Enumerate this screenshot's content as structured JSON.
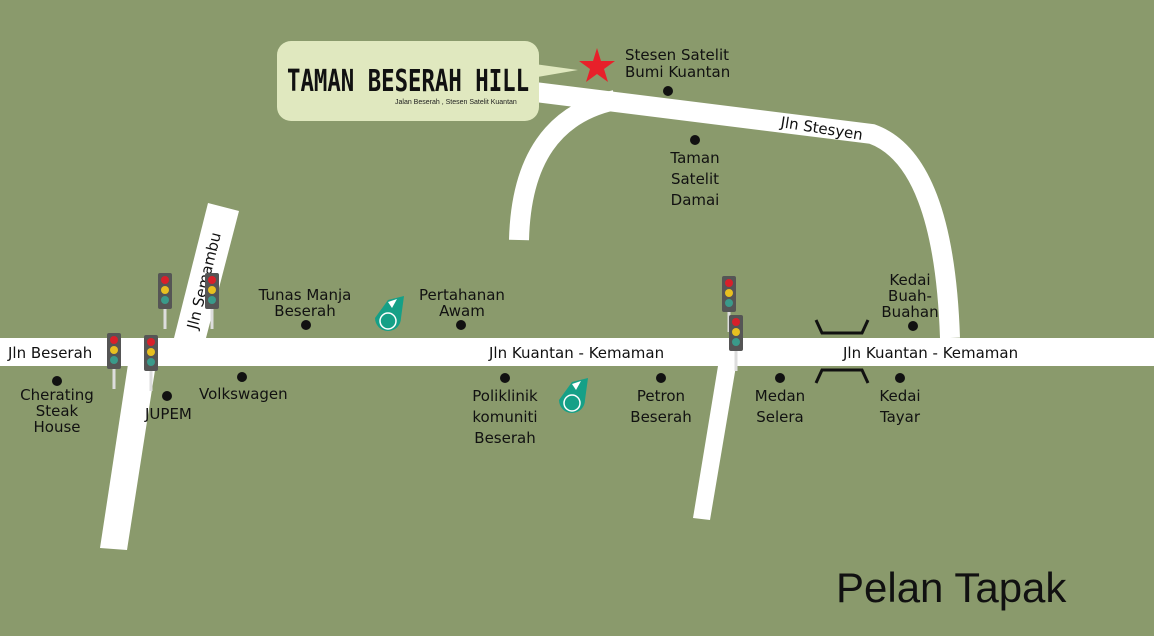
{
  "title": "TAMAN BESERAH HILL",
  "subtitle": "Jalan Beserah , Stesen Satelit Kuantan",
  "map_label": "Pelan Tapak",
  "roads": {
    "jln_beserah": "Jln Beserah",
    "jln_semambu": "Jln Semambu",
    "jln_kuantan_kemaman_1": "Jln Kuantan - Kemaman",
    "jln_kuantan_kemaman_2": "Jln Kuantan - Kemaman",
    "jln_stesyen": "Jln Stesyen"
  },
  "places": {
    "stesen": [
      "Stesen Satelit",
      "Bumi Kuantan"
    ],
    "taman_satelit": [
      "Taman",
      "Satelit",
      "Damai"
    ],
    "kedai_buah": [
      "Kedai",
      "Buah-",
      "Buahan"
    ],
    "tunas_manja": [
      "Tunas Manja",
      "Beserah"
    ],
    "pertahanan": [
      "Pertahanan",
      "Awam"
    ],
    "cherating": [
      "Cherating",
      "Steak",
      "House"
    ],
    "jupem": [
      "JUPEM"
    ],
    "volkswagen": [
      "Volkswagen"
    ],
    "poliklinik": [
      "Poliklinik",
      "komuniti",
      "Beserah"
    ],
    "petron": [
      "Petron",
      "Beserah"
    ],
    "medan_selera": [
      "Medan",
      "Selera"
    ],
    "kedai_tayar": [
      "Kedai",
      "Tayar"
    ]
  },
  "colors": {
    "background": "#8a9a6c",
    "road": "#ffffff",
    "title_box": "#e0e8bf",
    "star": "#e8202a",
    "petronas": "#15a087"
  }
}
